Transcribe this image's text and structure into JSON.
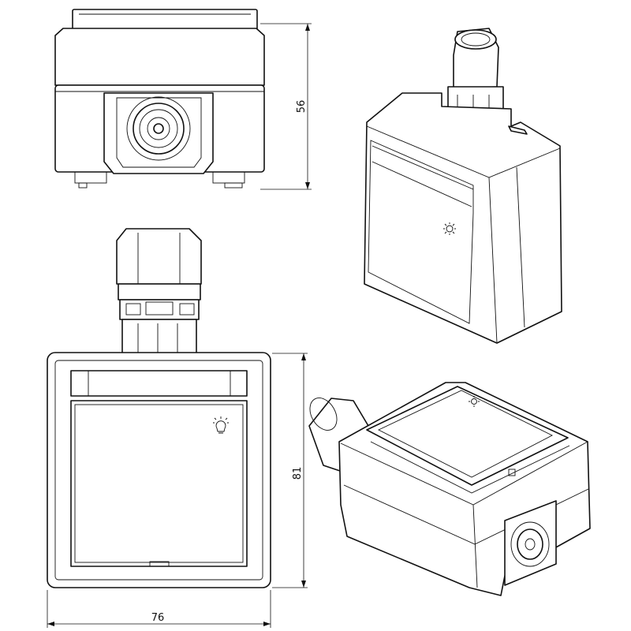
{
  "drawing": {
    "dimensions": {
      "height_side": "56",
      "height_front": "81",
      "width_front": "76"
    },
    "icons": {
      "symbol": "light-bulb-icon"
    },
    "colors": {
      "line": "#111111",
      "background": "#ffffff"
    }
  }
}
